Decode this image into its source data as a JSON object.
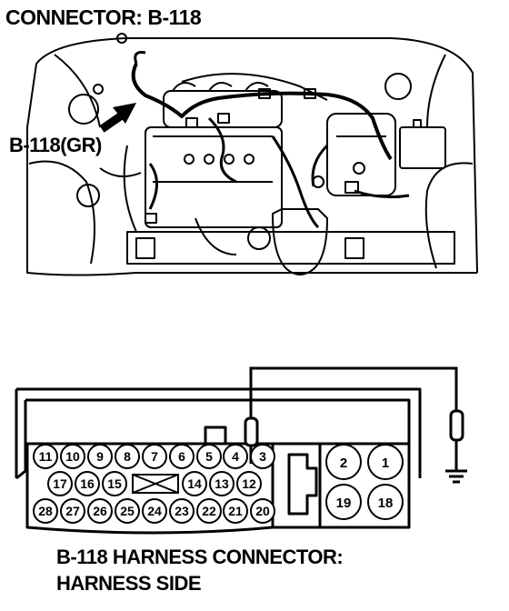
{
  "title": "CONNECTOR: B-118",
  "callout_label": "B-118(GR)",
  "caption": {
    "line1": "B-118 HARNESS CONNECTOR:",
    "line2": "HARNESS SIDE"
  },
  "connector": {
    "row1": [
      "11",
      "10",
      "9",
      "8",
      "7",
      "6",
      "5",
      "4",
      "3"
    ],
    "row2": [
      "17",
      "16",
      "15",
      "14",
      "13",
      "12"
    ],
    "row3": [
      "28",
      "27",
      "26",
      "25",
      "24",
      "23",
      "22",
      "21",
      "20"
    ],
    "big_top": [
      "2",
      "1"
    ],
    "big_bottom": [
      "19",
      "18"
    ]
  }
}
